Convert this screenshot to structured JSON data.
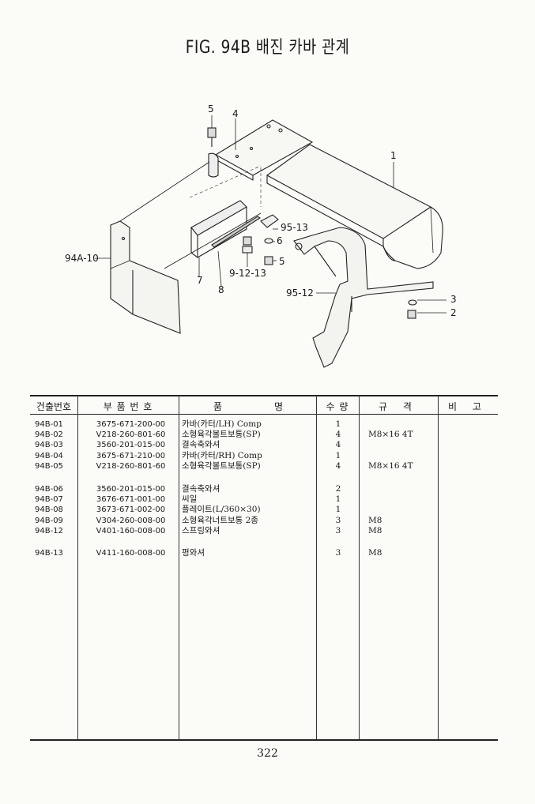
{
  "title": "FIG. 94B 배진 카바 관계",
  "callouts": {
    "c1": "1",
    "c2": "2",
    "c3": "3",
    "c4": "4",
    "c5a": "5",
    "c5b": "5",
    "c6": "6",
    "c7": "7",
    "c8": "8",
    "c91213": "9-12-13",
    "c9513": "95-13",
    "c9512": "95-12",
    "c94a10": "94A-10"
  },
  "table": {
    "headers": {
      "code": "건출번호",
      "part_no": "부 품 번 호",
      "name_a": "품",
      "name_b": "명",
      "qty": "수 량",
      "spec": "규 격",
      "note": "비 고"
    },
    "rows": [
      {
        "code": "94B-01",
        "part_no": "3675-671-200-00",
        "name": "카바(카터/LH) Comp",
        "qty": "1",
        "spec": ""
      },
      {
        "code": "94B-02",
        "part_no": "V218-260-801-60",
        "name": "소형육각볼트보통(SP)",
        "qty": "4",
        "spec": "M8×16 4T"
      },
      {
        "code": "94B-03",
        "part_no": "3560-201-015-00",
        "name": "결속축와셔",
        "qty": "4",
        "spec": ""
      },
      {
        "code": "94B-04",
        "part_no": "3675-671-210-00",
        "name": "카바(카터/RH) Comp",
        "qty": "1",
        "spec": ""
      },
      {
        "code": "94B-05",
        "part_no": "V218-260-801-60",
        "name": "소형육각볼트보통(SP)",
        "qty": "4",
        "spec": "M8×16 4T"
      },
      {
        "code": "94B-06",
        "part_no": "3560-201-015-00",
        "name": "결속축와셔",
        "qty": "2",
        "spec": ""
      },
      {
        "code": "94B-07",
        "part_no": "3676-671-001-00",
        "name": "씨일",
        "qty": "1",
        "spec": ""
      },
      {
        "code": "94B-08",
        "part_no": "3673-671-002-00",
        "name": "플레이트(L/360×30)",
        "qty": "1",
        "spec": ""
      },
      {
        "code": "94B-09",
        "part_no": "V304-260-008-00",
        "name": "소형육각너트보통 2종",
        "qty": "3",
        "spec": "M8"
      },
      {
        "code": "94B-12",
        "part_no": "V401-160-008-00",
        "name": "스프링와셔",
        "qty": "3",
        "spec": "M8"
      },
      {
        "code": "94B-13",
        "part_no": "V411-160-008-00",
        "name": "평와셔",
        "qty": "3",
        "spec": "M8"
      }
    ]
  },
  "page_number": "322"
}
